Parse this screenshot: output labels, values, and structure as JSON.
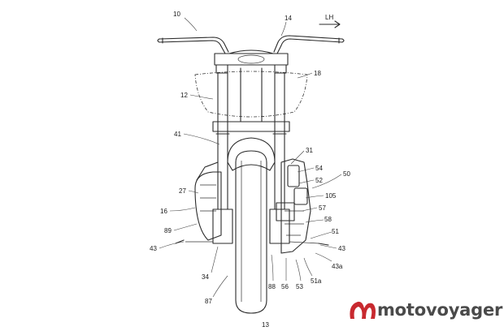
{
  "direction_label": "LH",
  "watermark": {
    "text": "motovoyager",
    "logo_color": "#c8292f"
  },
  "labels": [
    {
      "id": "10",
      "text": "10"
    },
    {
      "id": "14",
      "text": "14"
    },
    {
      "id": "18",
      "text": "18"
    },
    {
      "id": "12",
      "text": "12"
    },
    {
      "id": "41",
      "text": "41"
    },
    {
      "id": "31",
      "text": "31"
    },
    {
      "id": "54",
      "text": "54"
    },
    {
      "id": "52",
      "text": "52"
    },
    {
      "id": "50",
      "text": "50"
    },
    {
      "id": "105",
      "text": "105"
    },
    {
      "id": "57",
      "text": "57"
    },
    {
      "id": "58",
      "text": "58"
    },
    {
      "id": "51",
      "text": "51"
    },
    {
      "id": "43r",
      "text": "43"
    },
    {
      "id": "43a",
      "text": "43a"
    },
    {
      "id": "51a",
      "text": "51a"
    },
    {
      "id": "53",
      "text": "53"
    },
    {
      "id": "56",
      "text": "56"
    },
    {
      "id": "88",
      "text": "88"
    },
    {
      "id": "13",
      "text": "13"
    },
    {
      "id": "87",
      "text": "87"
    },
    {
      "id": "34",
      "text": "34"
    },
    {
      "id": "43l",
      "text": "43"
    },
    {
      "id": "89",
      "text": "89"
    },
    {
      "id": "16",
      "text": "16"
    },
    {
      "id": "27",
      "text": "27"
    }
  ]
}
